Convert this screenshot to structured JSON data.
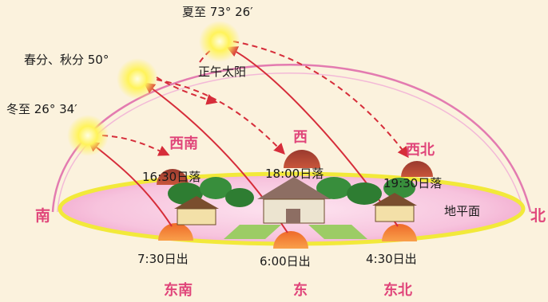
{
  "sun_labels": {
    "summer_solstice": "夏至 73° 26′",
    "equinox": "春分、秋分 50°",
    "winter_solstice": "冬至 26° 34′",
    "noon_sun": "正午太阳"
  },
  "sets": [
    {
      "direction": "西南",
      "time": "16:30日落"
    },
    {
      "direction": "西",
      "time": "18:00日落"
    },
    {
      "direction": "西北",
      "time": "19:30日落"
    }
  ],
  "rises": [
    {
      "direction": "东南",
      "time": "7:30日出"
    },
    {
      "direction": "东",
      "time": "6:00日出"
    },
    {
      "direction": "东北",
      "time": "4:30日出"
    }
  ],
  "horizon": {
    "south": "南",
    "north": "北",
    "plane": "地平面"
  },
  "colors": {
    "sky_arc": "#e37bb0",
    "sun_path": "#d62d3a",
    "horizon_fill": "#f4b5d6",
    "horizon_edge": "#f2e93a",
    "direction_text": "#e0457a",
    "sun_yellow": "#fff35a",
    "rising_sun": "#ee6a2a",
    "setting_sun": "#a8402e"
  }
}
